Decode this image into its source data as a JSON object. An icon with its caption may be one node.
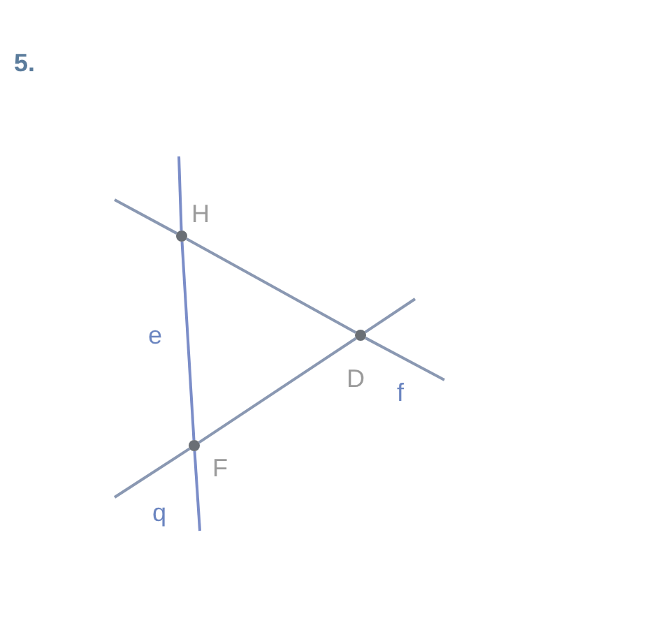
{
  "diagram": {
    "nodes": [
      {
        "text": [],
        "shape": "circle",
        "beside": [
          "H"
        ]
      },
      {
        "text": [],
        "shape": "circle",
        "beside": [
          "D"
        ]
      },
      {
        "text": [],
        "shape": "circle",
        "beside": [
          "F"
        ]
      }
    ],
    "edges": [
      {
        "from": 0,
        "to": 1,
        "arrow": "none"
      },
      {
        "from": 1,
        "to": 2,
        "arrow": "none"
      },
      {
        "from": 2,
        "to": 0,
        "arrow": "none",
        "color": "#7b8dc8"
      }
    ],
    "labels": [
      "5.",
      "e",
      "f",
      "q"
    ]
  }
}
